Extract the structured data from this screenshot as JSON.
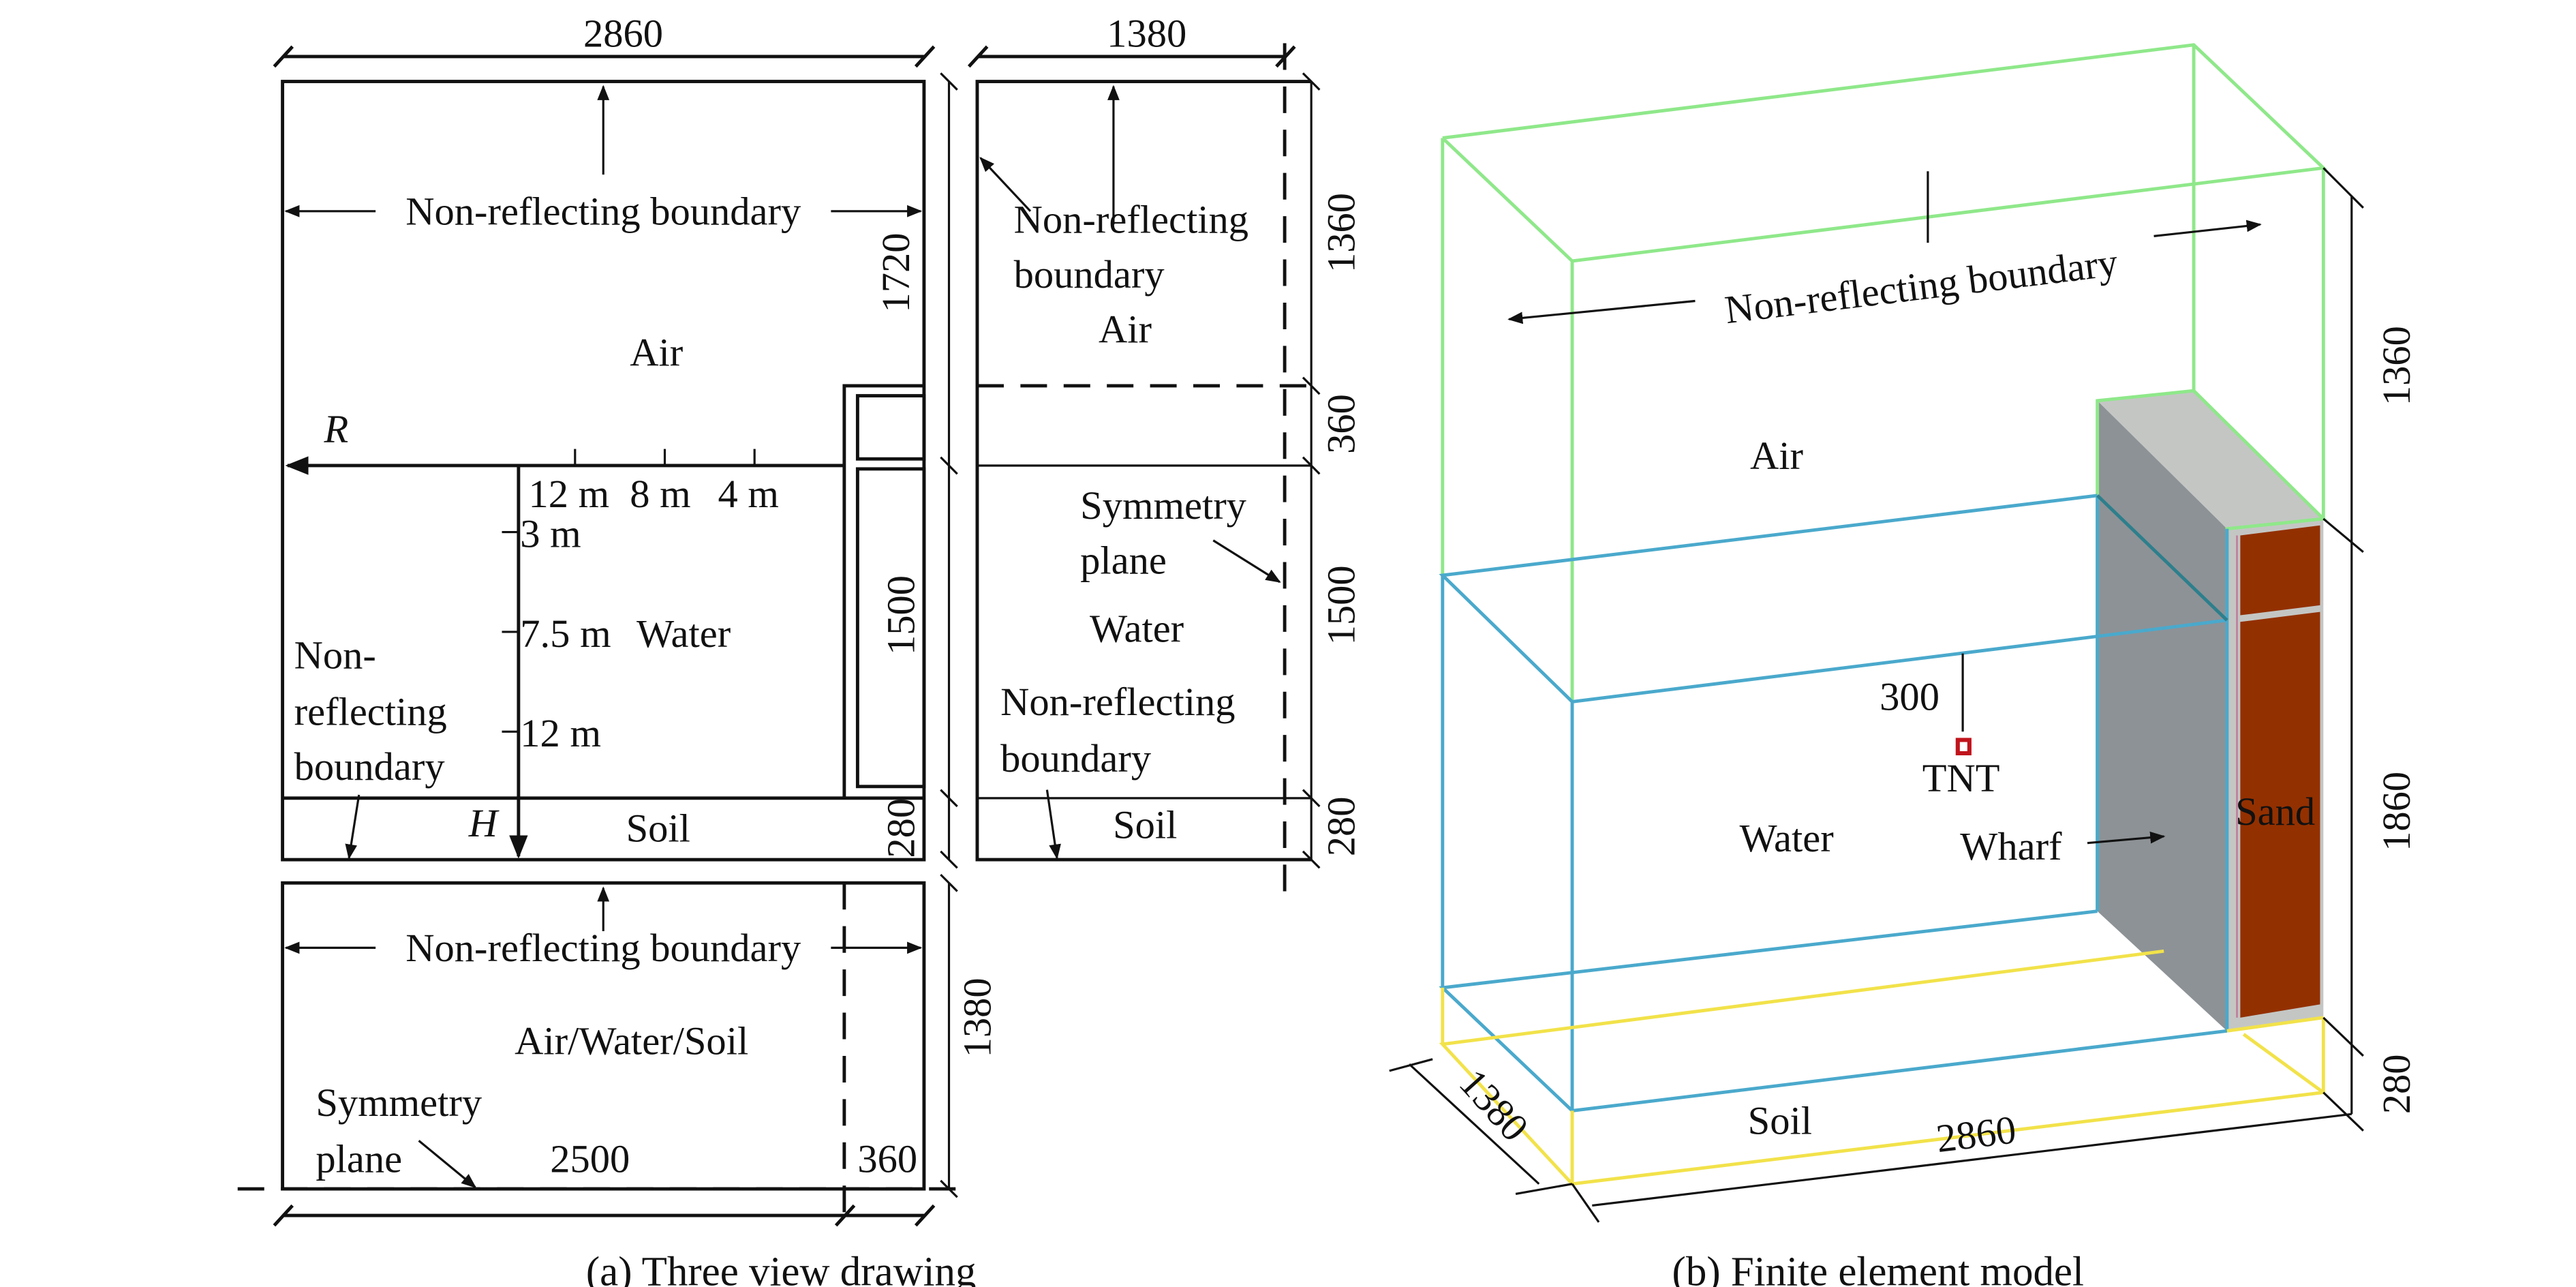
{
  "figure": {
    "panel_a": {
      "caption": "(a) Three view drawing",
      "front_view": {
        "dim_width": "2860",
        "dim_height_air": "1720",
        "dim_wharf_height": "1500",
        "dim_soil": "280",
        "boundary_label": "Non-reflecting boundary",
        "air_label": "Air",
        "water_label": "Water",
        "soil_label": "Soil",
        "left_boundary_label": [
          "Non-",
          "reflecting",
          "boundary"
        ],
        "axis_r": "R",
        "axis_h": "H",
        "r_ticks": [
          "12 m",
          "8 m",
          "4 m"
        ],
        "h_ticks": [
          "3 m",
          "7.5 m",
          "12 m"
        ]
      },
      "side_view": {
        "dim_width": "1380",
        "dim_air": "1360",
        "dim_wharf_top": "360",
        "dim_water": "1500",
        "dim_soil": "280",
        "boundary_label_top": [
          "Non-reflecting",
          "boundary"
        ],
        "air_label": "Air",
        "symmetry_label": [
          "Symmetry",
          "plane"
        ],
        "water_label": "Water",
        "boundary_label_bottom": [
          "Non-reflecting",
          "boundary"
        ],
        "soil_label": "Soil"
      },
      "top_view": {
        "boundary_label": "Non-reflecting boundary",
        "region_label": "Air/Water/Soil",
        "symmetry_label": [
          "Symmetry",
          "plane"
        ],
        "dim_depth": "1380",
        "dim_main": "2500",
        "dim_wharf": "360"
      }
    },
    "panel_b": {
      "caption": "(b) Finite element model",
      "boundary_label": "Non-reflecting boundary",
      "air_label": "Air",
      "water_label": "Water",
      "soil_label": "Soil",
      "tnt_label": "TNT",
      "tnt_depth": "300",
      "wharf_label": "Wharf",
      "sand_label": "Sand",
      "dim_air": "1360",
      "dim_water": "1860",
      "dim_soil": "280",
      "dim_length": "2860",
      "dim_width": "1380",
      "colors": {
        "air_edges": "#8fe88a",
        "water_edges": "#4aa9cc",
        "soil_edges": "#f2e24a",
        "wharf_face": "#8d9296",
        "wharf_top": "#c4c6c4",
        "sand": "#933000",
        "tnt": "#c0141c"
      }
    }
  }
}
